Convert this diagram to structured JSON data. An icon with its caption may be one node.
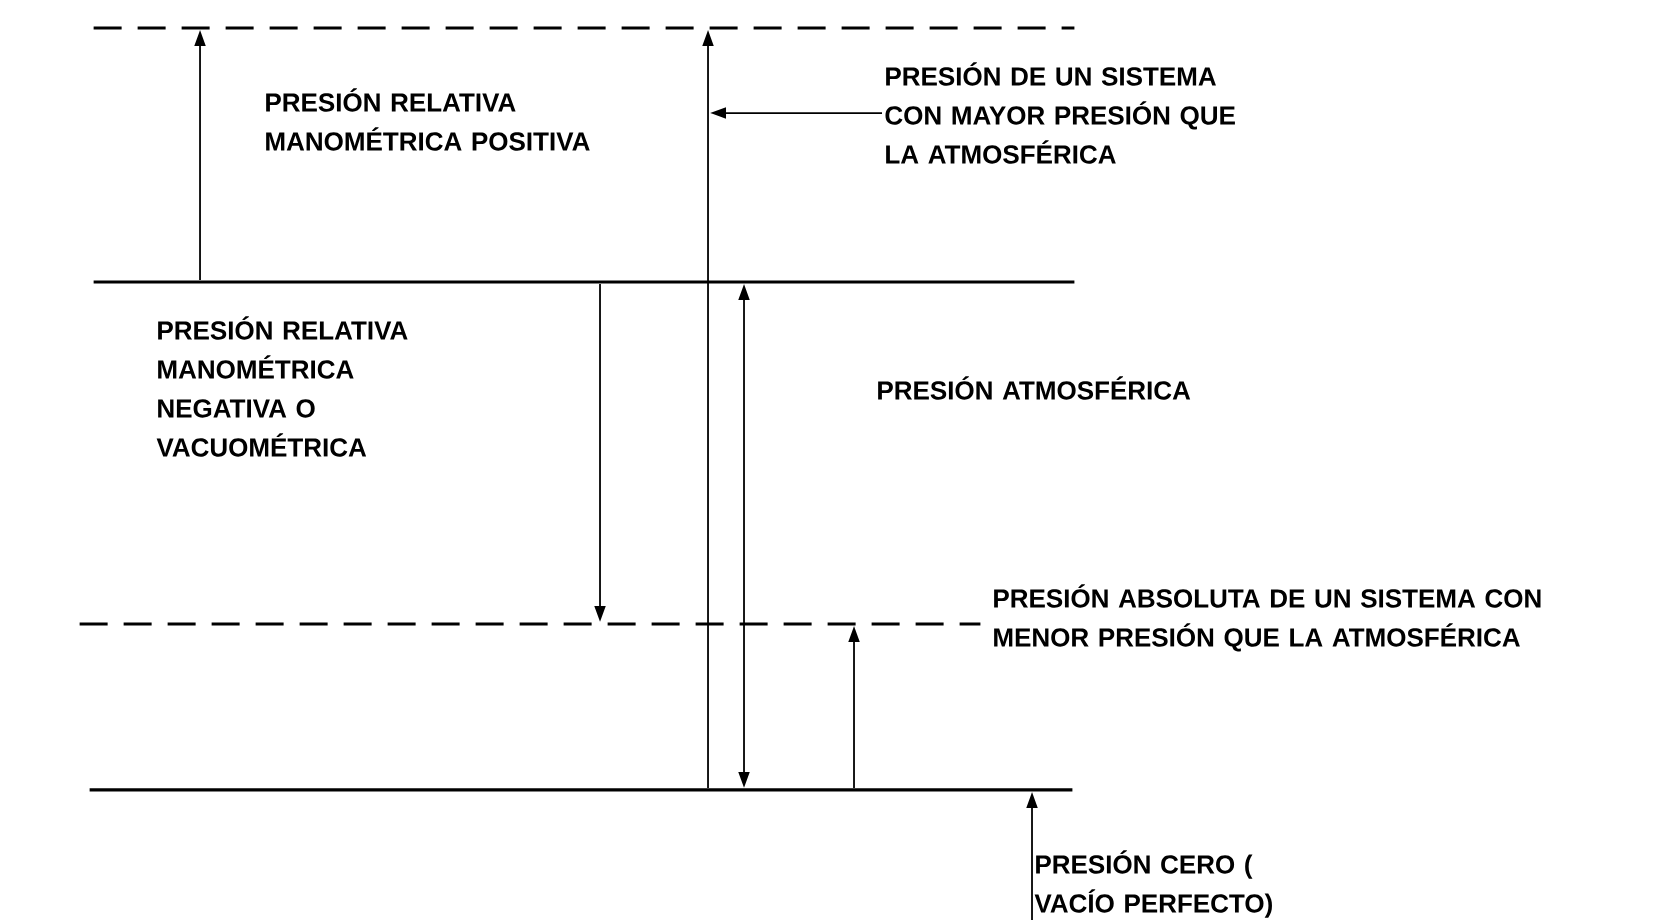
{
  "diagram": {
    "nodes": [
      {
        "text": [],
        "shape": "line"
      },
      {
        "text": [],
        "shape": "line"
      },
      {
        "text": [],
        "shape": "line",
        "beside": [
          "PRESIÓN ABSOLUTA DE UN SISTEMA CON MENOR PRESIÓN QUE LA ATMOSFÉRICA"
        ]
      },
      {
        "text": [],
        "shape": "line"
      },
      {
        "text": [
          "PRESIÓN DE UN SISTEMA CON MAYOR PRESIÓN QUE LA ATMOSFÉRICA"
        ]
      },
      {
        "text": [
          "PRESIÓN CERO ( VACÍO PERFECTO)"
        ]
      }
    ],
    "edges": [
      {
        "from": 1,
        "to": 0,
        "arrow": "to"
      },
      {
        "from": 3,
        "to": 0,
        "arrow": "to"
      },
      {
        "from": 4,
        "to": null,
        "arrow": "to"
      },
      {
        "from": 1,
        "to": 2,
        "arrow": "to"
      },
      {
        "from": 1,
        "to": 3,
        "arrow": "both"
      },
      {
        "from": 3,
        "to": 2,
        "arrow": "to"
      },
      {
        "from": 5,
        "to": 3,
        "arrow": "to"
      }
    ],
    "labels": [
      "PRESIÓN RELATIVA MANOMÉTRICA POSITIVA",
      "PRESIÓN RELATIVA MANOMÉTRICA NEGATIVA O VACUOMÉTRICA",
      "PRESIÓN ATMOSFÉRICA"
    ]
  }
}
